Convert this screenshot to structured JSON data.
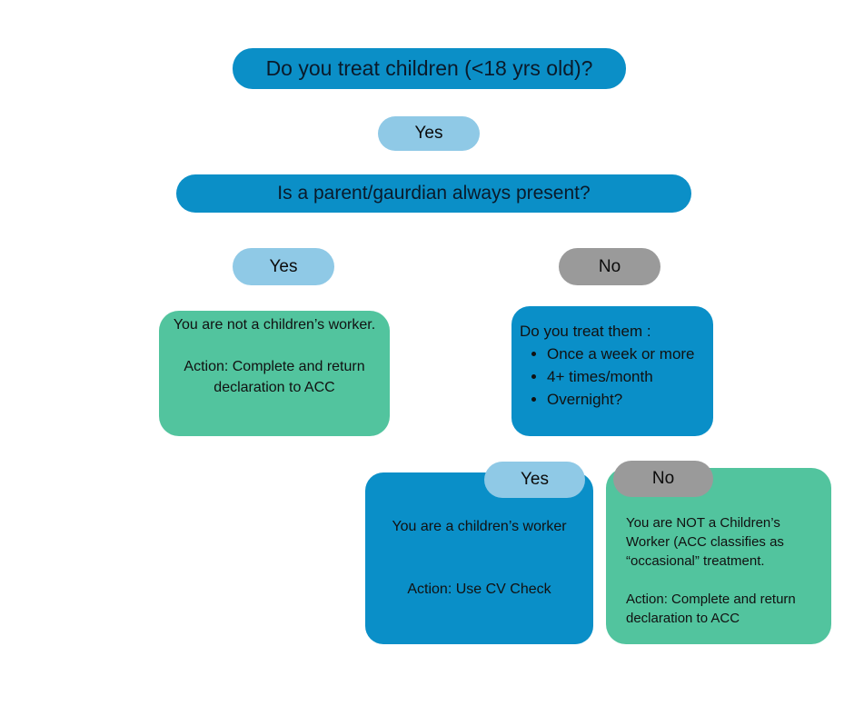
{
  "question1": "Do you treat children (<18 yrs old)?",
  "yes1": "Yes",
  "question2": "Is a parent/gaurdian always present?",
  "yes2": "Yes",
  "no2": "No",
  "not_worker_box": {
    "line1": "You are not a children’s worker.",
    "line2": "Action:  Complete and return declaration to ACC"
  },
  "treat_box": {
    "heading": "Do you treat them :",
    "items": [
      "Once a week or more",
      "4+  times/month",
      "Overnight?"
    ]
  },
  "yes3": "Yes",
  "worker_box": {
    "line1": "You  are a children’s worker",
    "line2": "Action: Use CV Check"
  },
  "no3": "No",
  "occasional_box": {
    "line1": "You are NOT a Children’s  Worker (ACC classifies as “occasional” treatment.",
    "line2": "Action: Complete and return declaration to ACC"
  },
  "colors": {
    "question_blue": "#0b8fc7",
    "yes_light_blue": "#8fc9e6",
    "no_gray": "#9a9a9a",
    "green": "#52c49e"
  }
}
